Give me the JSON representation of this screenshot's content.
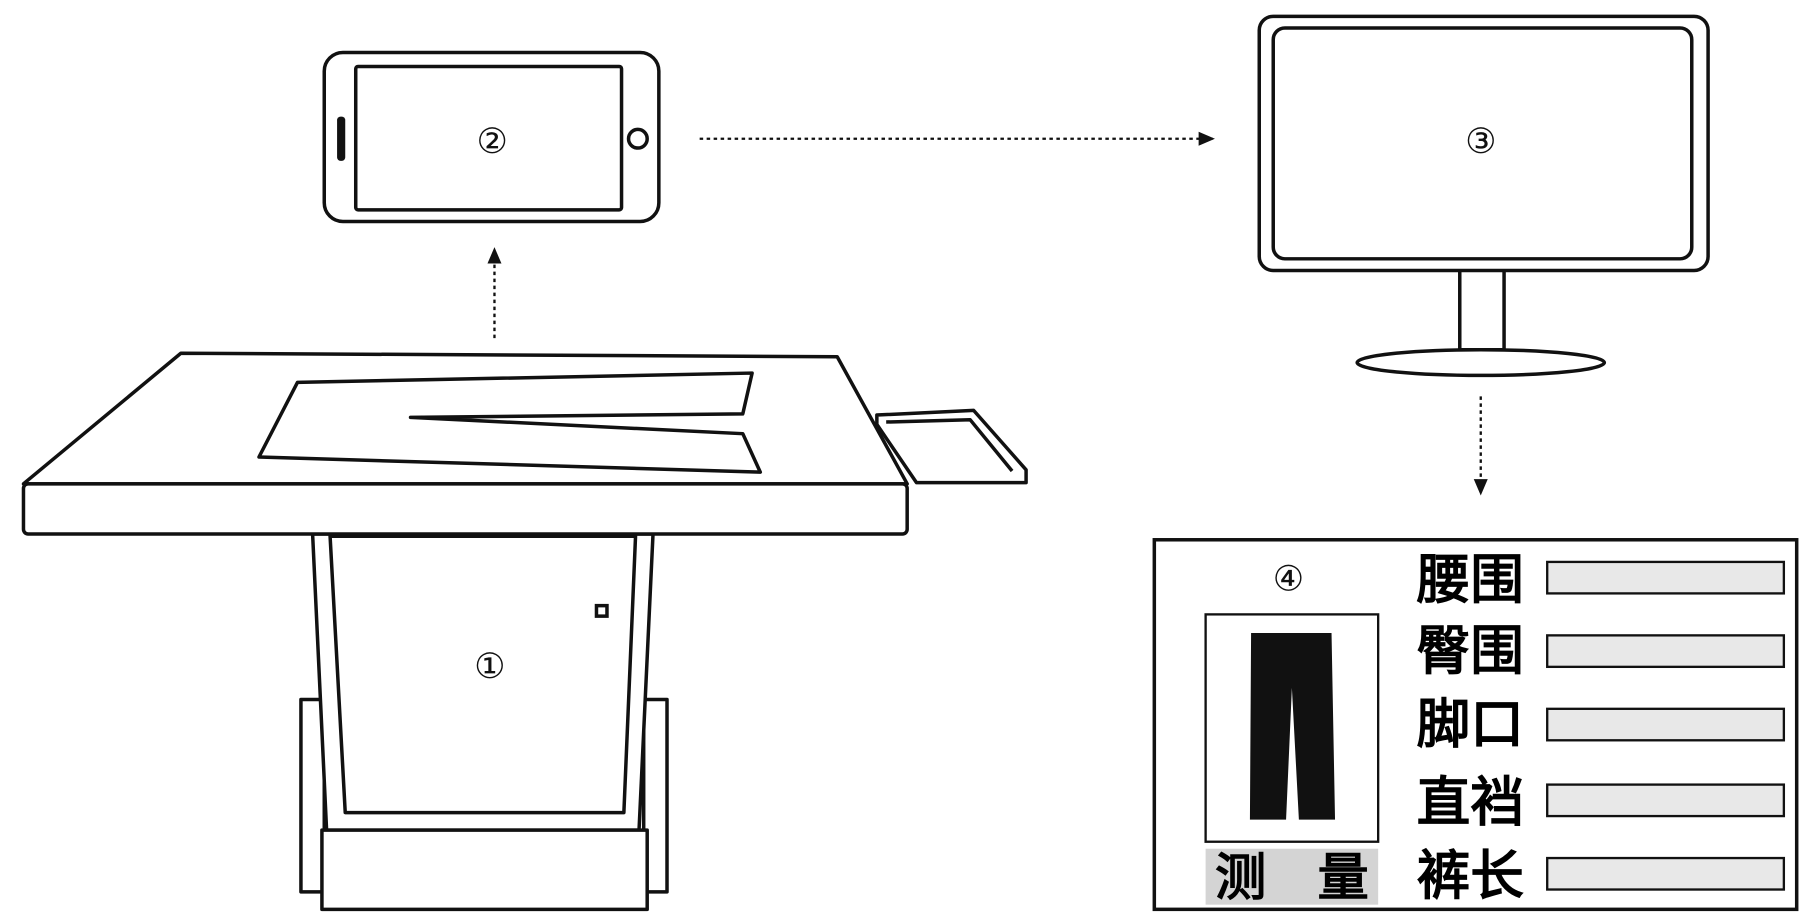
{
  "labels": {
    "table": "①",
    "phone": "②",
    "monitor": "③",
    "panel": "④"
  },
  "panel": {
    "measure_button": "测　量",
    "fields": [
      {
        "label": "腰围",
        "value": ""
      },
      {
        "label": "臀围",
        "value": ""
      },
      {
        "label": "脚口",
        "value": ""
      },
      {
        "label": "直裆",
        "value": ""
      },
      {
        "label": "裤长",
        "value": ""
      }
    ]
  },
  "colors": {
    "button_bg": "#d4d4d4",
    "field_bg": "#e8e8e8"
  }
}
